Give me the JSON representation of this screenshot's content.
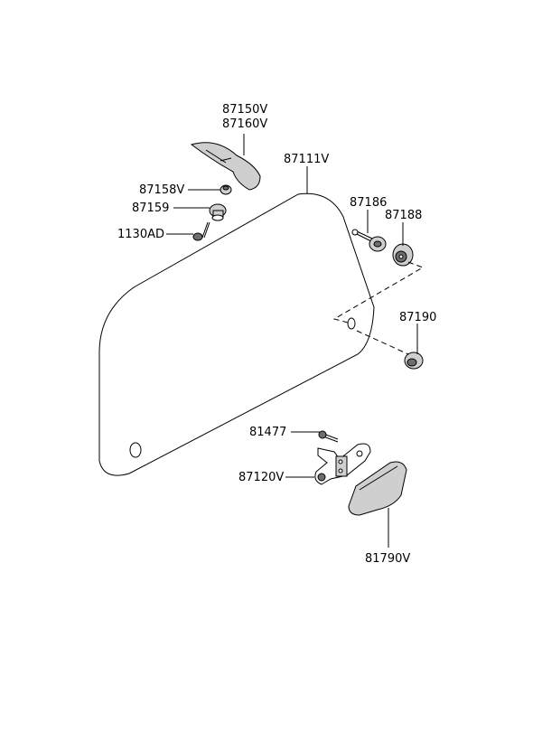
{
  "diagram": {
    "part_labels": {
      "p87150V": "87150V",
      "p87160V": "87160V",
      "p87111V": "87111V",
      "p87158V": "87158V",
      "p87159": "87159",
      "p1130AD": "1130AD",
      "p87186": "87186",
      "p87188": "87188",
      "p87190": "87190",
      "p81477": "81477",
      "p87120V": "87120V",
      "p81790V": "81790V"
    }
  }
}
